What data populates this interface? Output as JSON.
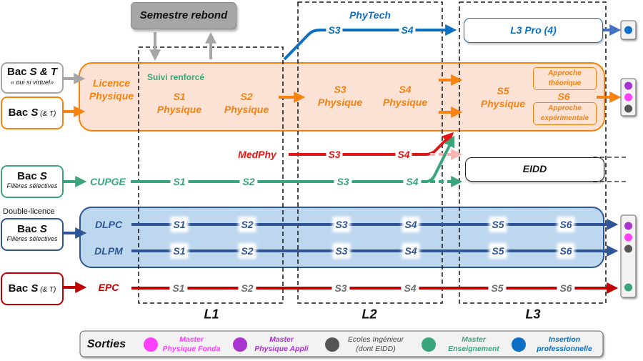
{
  "title": "Parcours Licence Physique",
  "colors": {
    "orange": "#f7820f",
    "orange_fill": "#fbe2d4",
    "green": "#3aa57a",
    "red": "#e31414",
    "dark_red": "#c00000",
    "blue": "#0b6fc4",
    "navy": "#2e5597",
    "blue_fill": "#bdd7ee",
    "gray": "#a6a6a6",
    "dark_gray": "#555555"
  },
  "semestre_rebond": {
    "label": "Semestre rebond"
  },
  "years": [
    {
      "label": "L1"
    },
    {
      "label": "L2"
    },
    {
      "label": "L3"
    }
  ],
  "entries": {
    "bac_st": {
      "title_prefix": "Bac ",
      "title_em": "S & T",
      "subtitle": "« oui si virtuel»"
    },
    "bac_s_t": {
      "title_prefix": "Bac ",
      "title_em": "S",
      "suffix": " (& T)"
    },
    "bac_s_cupge": {
      "title_prefix": "Bac ",
      "title_em": "S",
      "subtitle": "Filières sélectives"
    },
    "double_licence_caption": "Double-licence",
    "bac_s_dl": {
      "title_prefix": "Bac ",
      "title_em": "S",
      "subtitle": "Filières sélectives"
    },
    "bac_s_epc": {
      "title_prefix": "Bac ",
      "title_em": "S",
      "suffix": " (& T)"
    }
  },
  "licence": {
    "name_line1": "Licence",
    "name_line2": "Physique",
    "suivi": "Suivi renforcé",
    "semesters": [
      {
        "s": "S1",
        "sub": "Physique"
      },
      {
        "s": "S2",
        "sub": "Physique"
      },
      {
        "s": "S3",
        "sub": "Physique"
      },
      {
        "s": "S4",
        "sub": "Physique"
      },
      {
        "s": "S5",
        "sub": "Physique"
      }
    ],
    "s6": "S6",
    "approche_theorique": [
      "Approche",
      "théorique"
    ],
    "approche_experimentale": [
      "Approche",
      "expérimentale"
    ]
  },
  "phytech": {
    "name": "PhyTech",
    "s3": "S3",
    "s4": "S4",
    "l3pro": "L3 Pro (4)"
  },
  "medphy": {
    "name": "MedPhy",
    "s3": "S3",
    "s4": "S4"
  },
  "cupge": {
    "name": "CUPGE",
    "semesters": [
      "S1",
      "S2",
      "S3",
      "S4"
    ]
  },
  "eidd": {
    "label": "EIDD"
  },
  "dlpc": {
    "name": "DLPC",
    "semesters": [
      "S1",
      "S2",
      "S3",
      "S4",
      "S5",
      "S6"
    ]
  },
  "dlpm": {
    "name": "DLPM",
    "semesters": [
      "S1",
      "S2",
      "S3",
      "S4",
      "S5",
      "S6"
    ]
  },
  "epc": {
    "name": "EPC",
    "semesters": [
      "S1",
      "S2",
      "S3",
      "S4",
      "S5",
      "S6"
    ]
  },
  "outputs": {
    "phytech": [
      "insertion"
    ],
    "licence": [
      "master_appli",
      "master_fonda",
      "ecoles"
    ],
    "dl": [
      "master_appli",
      "master_fonda",
      "ecoles"
    ],
    "epc": [
      "master_enseignement"
    ]
  },
  "legend": {
    "title": "Sorties",
    "items": [
      {
        "key": "master_fonda",
        "line1": "Master",
        "line2": "Physique Fonda",
        "color": "#ff40ff",
        "text_color": "#ff40ff"
      },
      {
        "key": "master_appli",
        "line1": "Master",
        "line2": "Physique Appli",
        "color": "#a935d0",
        "text_color": "#a935d0"
      },
      {
        "key": "ecoles",
        "line1": "Ecoles Ingénieur",
        "line2": "(dont EIDD)",
        "color": "#555555",
        "text_color": "#444444"
      },
      {
        "key": "master_enseignement",
        "line1": "Master",
        "line2": "Enseignement",
        "color": "#3aa57a",
        "text_color": "#3aa57a"
      },
      {
        "key": "insertion",
        "line1": "Insertion",
        "line2": "professionnelle",
        "color": "#0b6fc4",
        "text_color": "#0b6fc4"
      }
    ]
  }
}
